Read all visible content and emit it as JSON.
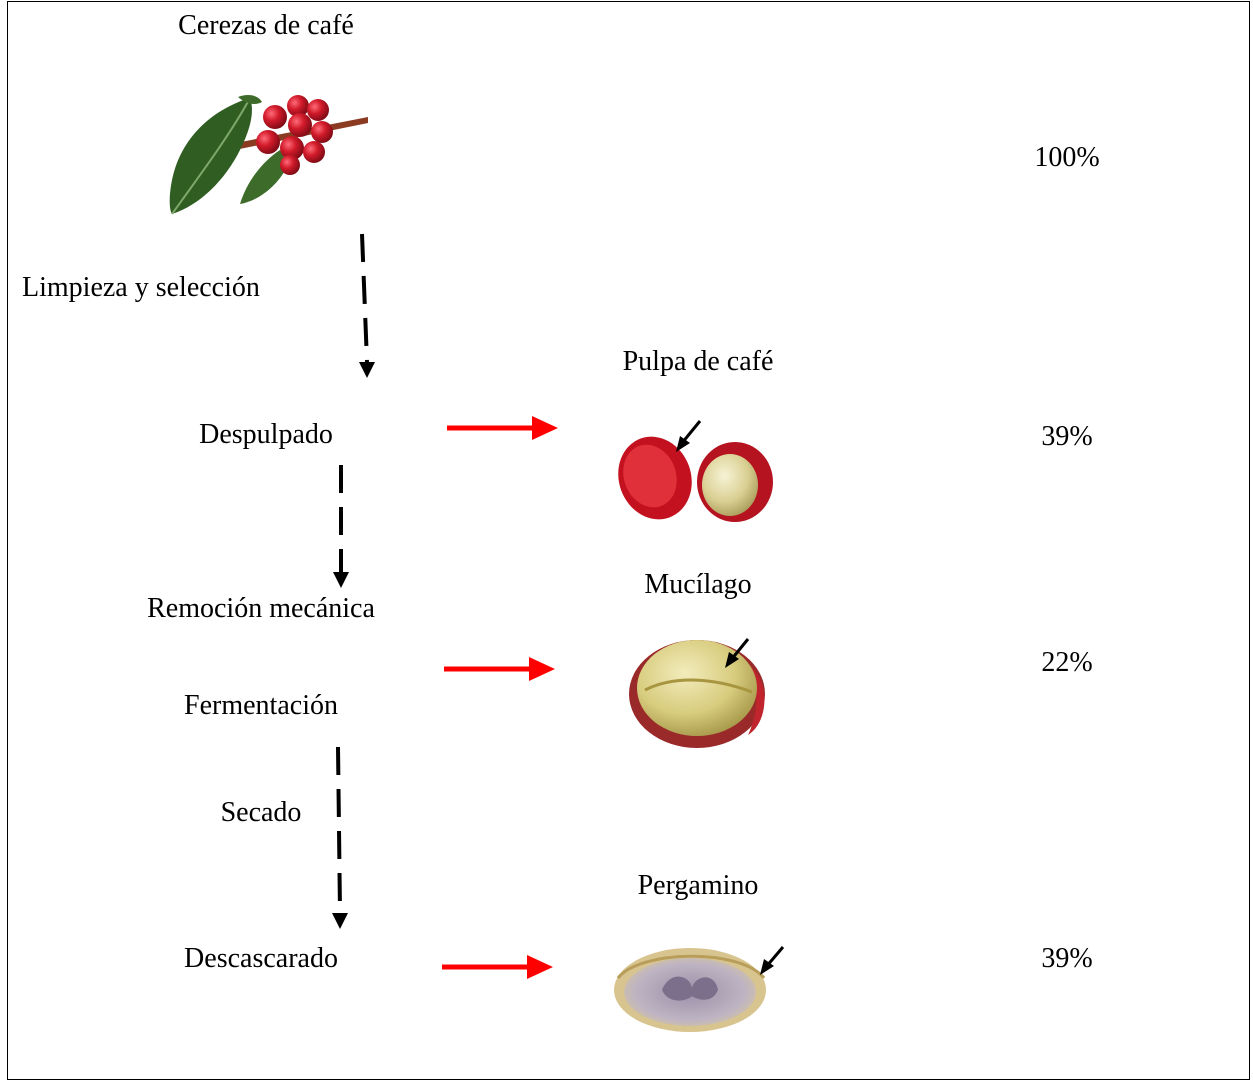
{
  "title": "Cerezas de café",
  "steps": {
    "cleaning": "Limpieza y selección",
    "pulping": "Despulpado",
    "mechanical_removal": "Remoción mecánica",
    "fermentation": "Fermentación",
    "drying": "Secado",
    "hulling": "Descascarado"
  },
  "byproducts": {
    "pulp": "Pulpa de café",
    "mucilage": "Mucílago",
    "parchment": "Pergamino"
  },
  "percentages": {
    "cherries": "100%",
    "pulp": "39%",
    "mucilage": "22%",
    "parchment": "39%"
  },
  "colors": {
    "flow_arrow": "#000000",
    "byproduct_arrow": "#ff0000",
    "cherry_red": "#d11a2a",
    "leaf_green": "#3d6b2a"
  }
}
